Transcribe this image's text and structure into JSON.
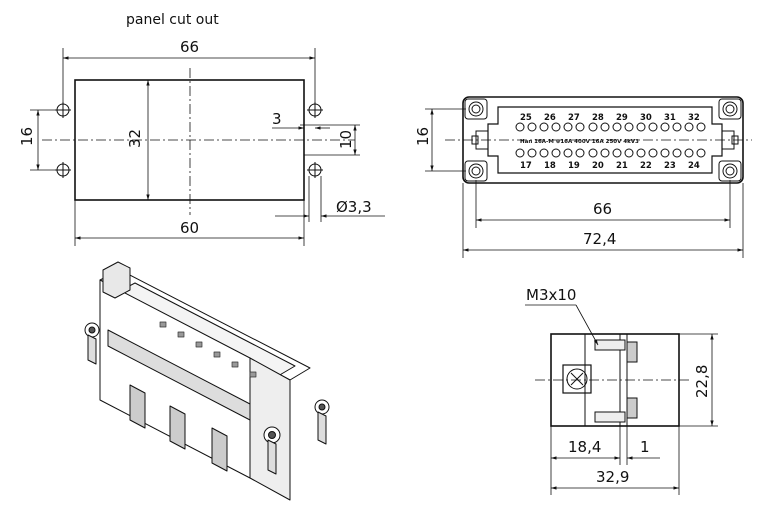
{
  "panel_cutout": {
    "title": "panel cut out",
    "dim_width_66": "66",
    "dim_height_32": "32",
    "dim_hole_spacing_16": "16",
    "dim_3": "3",
    "dim_10": "10",
    "dim_hole_diameter": "Ø3,3",
    "dim_60": "60"
  },
  "front_view": {
    "dim_16": "16",
    "dim_66": "66",
    "dim_72_4": "72,4",
    "pins_top": [
      "25",
      "26",
      "27",
      "28",
      "29",
      "30",
      "31",
      "32"
    ],
    "pins_bottom": [
      "17",
      "18",
      "19",
      "20",
      "21",
      "22",
      "23",
      "24"
    ],
    "rating_text": "Han 16A-M  ⊕16A  400V  16A  250V  4kV3"
  },
  "side_view": {
    "screw_label": "M3x10",
    "dim_22_8": "22,8",
    "dim_18_4": "18,4",
    "dim_1": "1",
    "dim_32_9": "32,9"
  }
}
